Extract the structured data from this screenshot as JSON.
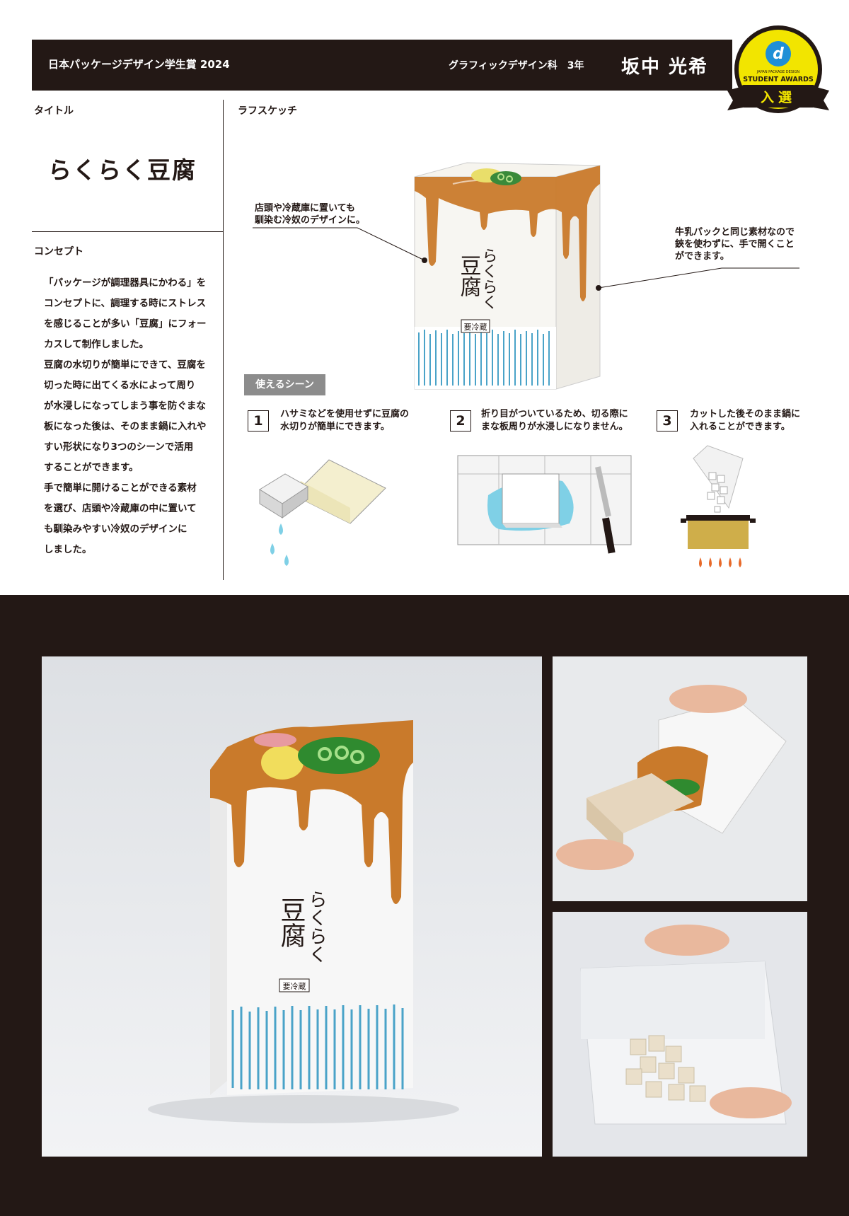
{
  "header": {
    "award_title": "日本パッケージデザイン学生賞 2024",
    "department": "グラフィックデザイン科　3年",
    "student_name": "坂中 光希"
  },
  "badge": {
    "logo_letter": "d",
    "small_text": "JAPAN PACKAGE DESIGN",
    "awards_text": "STUDENT AWARDS",
    "result": "入選",
    "colors": {
      "yellow": "#f2e500",
      "dark": "#231815",
      "blue": "#1f8fd6"
    }
  },
  "labels": {
    "title": "タイトル",
    "sketch": "ラフスケッチ",
    "concept": "コンセプト"
  },
  "product_title": "らくらく豆腐",
  "concept_lines": [
    "「パッケージが調理器具にかわる」を",
    "コンセプトに、調理する時にストレス",
    "を感じることが多い「豆腐」にフォー",
    "カスして制作しました。",
    "豆腐の水切りが簡単にできて、豆腐を",
    "切った時に出てくる水によって周り",
    "が水浸しになってしまう事を防ぐまな",
    "板になった後は、そのまま鍋に入れや",
    "すい形状になり3つのシーンで活用",
    "することができます。",
    "手で簡単に開けることができる素材",
    "を選び、店頭や冷蔵庫の中に置いて",
    "も馴染みやすい冷奴のデザインに",
    "しました。"
  ],
  "callouts": {
    "left": [
      "店頭や冷蔵庫に置いても",
      "馴染む冷奴のデザインに。"
    ],
    "right": [
      "牛乳パックと同じ素材なので",
      "鋏を使わずに、手で開くこと",
      "ができます。"
    ]
  },
  "package": {
    "name_line1": "らくらく",
    "name_line2": "豆腐",
    "refrigerate": "要冷蔵"
  },
  "scenes": {
    "tag": "使えるシーン",
    "items": [
      {
        "num": "1",
        "lines": [
          "ハサミなどを使用せずに豆腐の",
          "水切りが簡単にできます。"
        ]
      },
      {
        "num": "2",
        "lines": [
          "折り目がついているため、切る際に",
          "まな板周りが水浸しになりません。"
        ]
      },
      {
        "num": "3",
        "lines": [
          "カットした後そのまま鍋に",
          "入れることができます。"
        ]
      }
    ]
  },
  "colors": {
    "dark": "#231815",
    "syrup": "#c97a2b",
    "blue_stripe": "#4aa3c8",
    "water": "#7fd0e6",
    "pot": "#cfae4a"
  }
}
